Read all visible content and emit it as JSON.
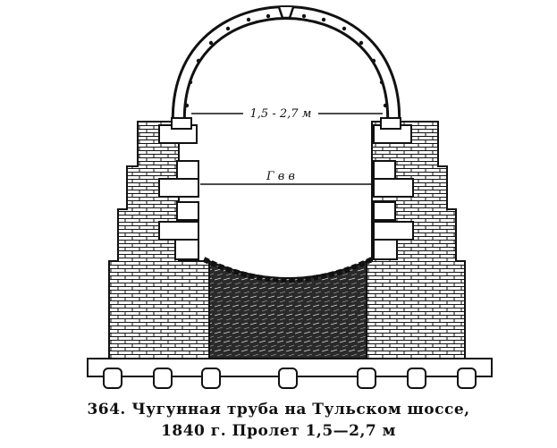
{
  "figure": {
    "span_label": "1,5 - 2,7 м",
    "water_label": "Г в в",
    "caption_line1": "364. Чугунная труба на Тульском шоссе,",
    "caption_line2": "1840 г. Пролет 1,5—2,7 м"
  },
  "colors": {
    "ink": "#111111",
    "paper": "#ffffff"
  }
}
